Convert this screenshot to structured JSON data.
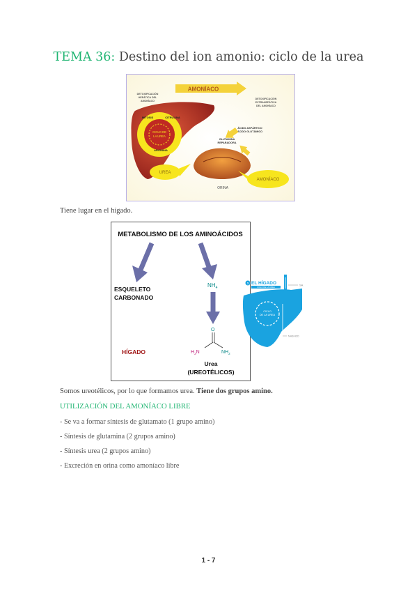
{
  "title": {
    "tema": "TEMA 36:",
    "rest": " Destino del ion amonio: ciclo de la urea"
  },
  "figure1": {
    "amoniaco_top": "AMONÍACO",
    "left_note": [
      "DETOXIFICACIÓN",
      "HEPÁTICA DEL",
      "AMONÍACO"
    ],
    "right_note": [
      "DETOXIFICACIÓN",
      "EXTRAHEPÁTICA",
      "DEL AMONÍACO"
    ],
    "mitosis": "MITOSIS",
    "citrulina": "CITRULINA",
    "cycle": [
      "CICLO DE",
      "LA UREA"
    ],
    "arginina": "ARGININA",
    "acido": [
      "ÁCIDO ASPÁRTICO",
      "ÁCIDO GLUTÁMICO"
    ],
    "glutamina": [
      "GLUTAMINA",
      "REPARADORA"
    ],
    "urea": "UREA",
    "amoniaco_bottom": "AMONÍACO",
    "orina": "ORINA"
  },
  "intro_text": "Tiene lugar en el hígado.",
  "figure2": {
    "heading": "METABOLISMO DE LOS AMINOÁCIDOS",
    "esqueleto": [
      "ESQUELETO",
      "CARBONADO"
    ],
    "nh4": "NH",
    "nh4_sub": "4",
    "o": "O",
    "h2n_h": "H",
    "h2n_sub": "2",
    "h2n_n": "N",
    "nh2_nh": "NH",
    "nh2_sub": "2",
    "higado": "HÍGADO",
    "urea": "Urea",
    "ureotelicos": "(UREOTÉLICOS)"
  },
  "figure3": {
    "badge": "1",
    "el_higado": "EL HÍGADO",
    "subtitle": "CICLO DE LA UREA",
    "center": [
      "CICLO",
      "DE LA UREA"
    ],
    "right_top": "SA",
    "right_bottom": "NH3/H2O"
  },
  "paragraph": {
    "text": "Somos ureotélicos, por lo que formamos urea. ",
    "bold": "Tiene dos grupos amino."
  },
  "section_heading": "UTILIZACIÓN DEL AMONÍACO LIBRE",
  "list": [
    "- Se va a formar síntesis de glutamato (1 grupo amino)",
    "- Síntesis de glutamina (2 grupos amino)",
    "- Síntesis urea (2 grupos amino)",
    "- Excreción en orina como amoníaco libre"
  ],
  "page_number": "1 - 7",
  "colors": {
    "accent_green": "#21b573",
    "liver_red": "#c0392b",
    "yellow": "#f7e51e",
    "blue": "#1aa3e0",
    "arrow_purple": "#6b6fa8",
    "higado_red": "#a11818"
  }
}
